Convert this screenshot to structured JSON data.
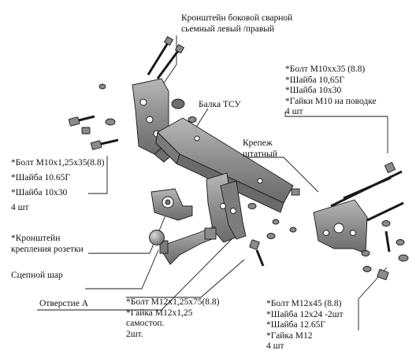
{
  "labels": {
    "side_bracket_line1": "Кронштейн боковой   сварной",
    "side_bracket_line2": "сьемный левый /правый",
    "bolt_right_1": "*Болт М10хх35 (8.8)",
    "bolt_right_2": "*Шайба 10,65Г",
    "bolt_right_3": "*Шайба 10х30",
    "bolt_right_4": "*Гайки М10 на поводке",
    "bolt_right_5": "4 шт",
    "beam": "Балка ТСУ",
    "mount_line1": "Крепеж",
    "mount_line2": "штатный",
    "bolt_left_1": "*Болт М10х1,25х35(8.8)",
    "bolt_left_2": "*Шайба 10.65Г",
    "bolt_left_3": "*Шайба 10х30",
    "bolt_left_4": "4 шт",
    "socket_line1": "*Кронштейн",
    "socket_line2": "крепления розетки",
    "ball": "Сцепной шар",
    "hole": "Отверстие А",
    "bolt_bottom_1": "*Болт М12х1,25х75(8.8)",
    "bolt_bottom_2": "*Гайка М12х1,25",
    "bolt_bottom_3": "самостоп.",
    "bolt_bottom_4": "2шт.",
    "bolt_br_1": "*Болт М12х45 (8.8)",
    "bolt_br_2": "*Шайба 12х24 -2шт",
    "bolt_br_3": "*Шайба 12.65Г",
    "bolt_br_4": "*Гайка М12",
    "bolt_br_5": "4 шт"
  },
  "colors": {
    "line": "#1a1a1a",
    "part_fill": "#8a8a8a",
    "part_dark": "#6e6e6e",
    "part_light": "#b5b5b5"
  }
}
